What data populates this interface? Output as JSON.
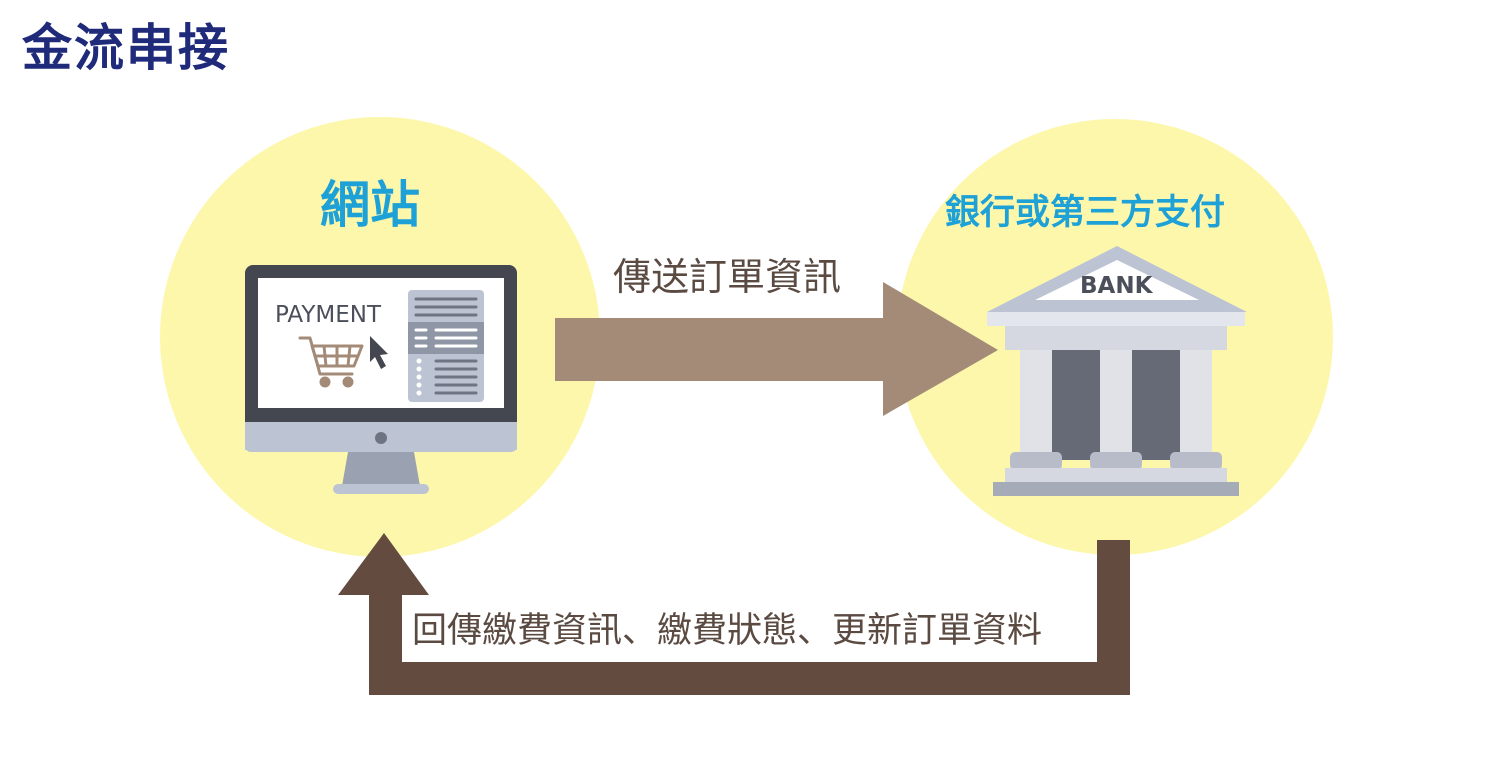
{
  "title": "金流串接",
  "nodes": {
    "website": {
      "label": "網站",
      "screen_text": "PAYMENT"
    },
    "bank": {
      "label": "銀行或第三方支付",
      "sign_text": "BANK"
    }
  },
  "flows": {
    "forward": {
      "label": "傳送訂單資訊"
    },
    "return": {
      "label": "回傳繳費資訊、繳費狀態、更新訂單資料"
    }
  },
  "colors": {
    "title": "#1f2a7a",
    "node_label": "#1ea1d6",
    "circle_fill": "#fdf7ac",
    "forward_arrow": "#a38b78",
    "return_arrow": "#634c3f",
    "flow_text": "#5a4a42"
  },
  "icons": [
    "computer-monitor-icon",
    "shopping-cart-icon",
    "cursor-arrow-icon",
    "bank-building-icon"
  ]
}
